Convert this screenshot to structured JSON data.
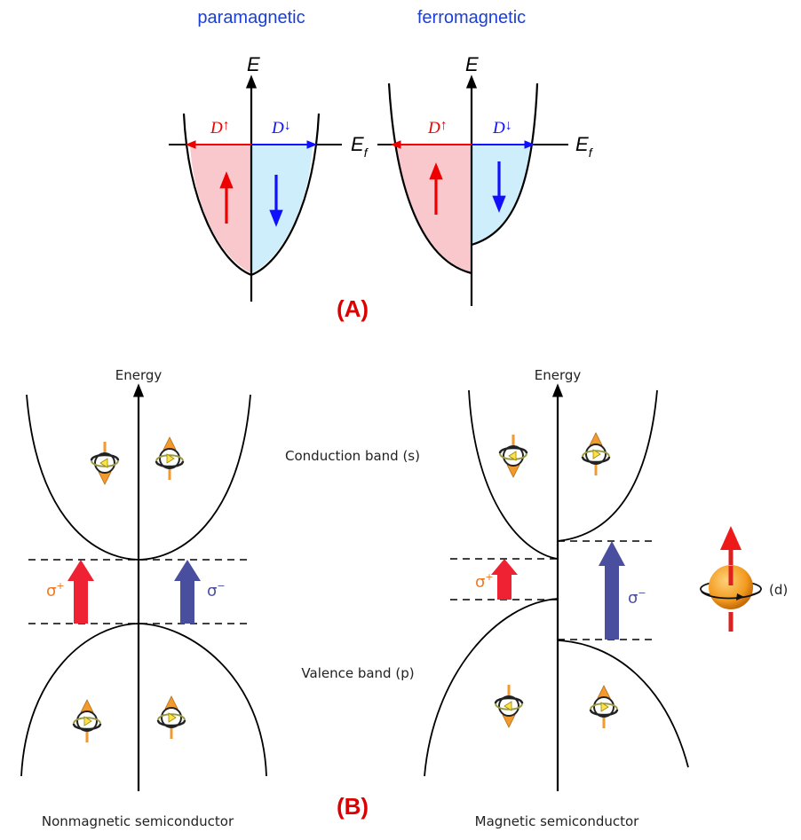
{
  "panel_a": {
    "label": "(A)",
    "paramagnetic": {
      "title": "paramagnetic",
      "axis_label": "E",
      "fermi_label": "E",
      "fermi_sub": "f",
      "d_up": "D",
      "d_down": "D",
      "arrow_up": "↑",
      "arrow_down": "↓"
    },
    "ferromagnetic": {
      "title": "ferromagnetic",
      "axis_label": "E",
      "fermi_label": "E",
      "fermi_sub": "f",
      "d_up": "D",
      "d_down": "D",
      "arrow_up": "↑",
      "arrow_down": "↓"
    }
  },
  "panel_b": {
    "label": "(B)",
    "nonmagnetic": {
      "axis_label": "Energy",
      "caption": "Nonmagnetic semiconductor",
      "sigma_plus": "σ",
      "sigma_plus_sup": "+",
      "sigma_minus": "σ",
      "sigma_minus_sup": "−"
    },
    "magnetic": {
      "axis_label": "Energy",
      "caption": "Magnetic semiconductor",
      "sigma_plus": "σ",
      "sigma_plus_sup": "+",
      "sigma_minus": "σ",
      "sigma_minus_sup": "−",
      "d_label": "(d)"
    },
    "conduction_band": "Conduction band (s)",
    "valence_band": "Valence band (p)"
  },
  "colors": {
    "spin_up": "#ee0000",
    "spin_down": "#1010ff",
    "up_fill": "#f9c8cc",
    "down_fill": "#cdeefa",
    "title_blue": "#1b3fd6",
    "label_red": "#dd0000",
    "sigma_orange": "#ee7722",
    "sigma_plus_arrow": "#ee2233",
    "sigma_minus_arrow": "#4a4e9e",
    "spin_orange": "#f09a30"
  }
}
